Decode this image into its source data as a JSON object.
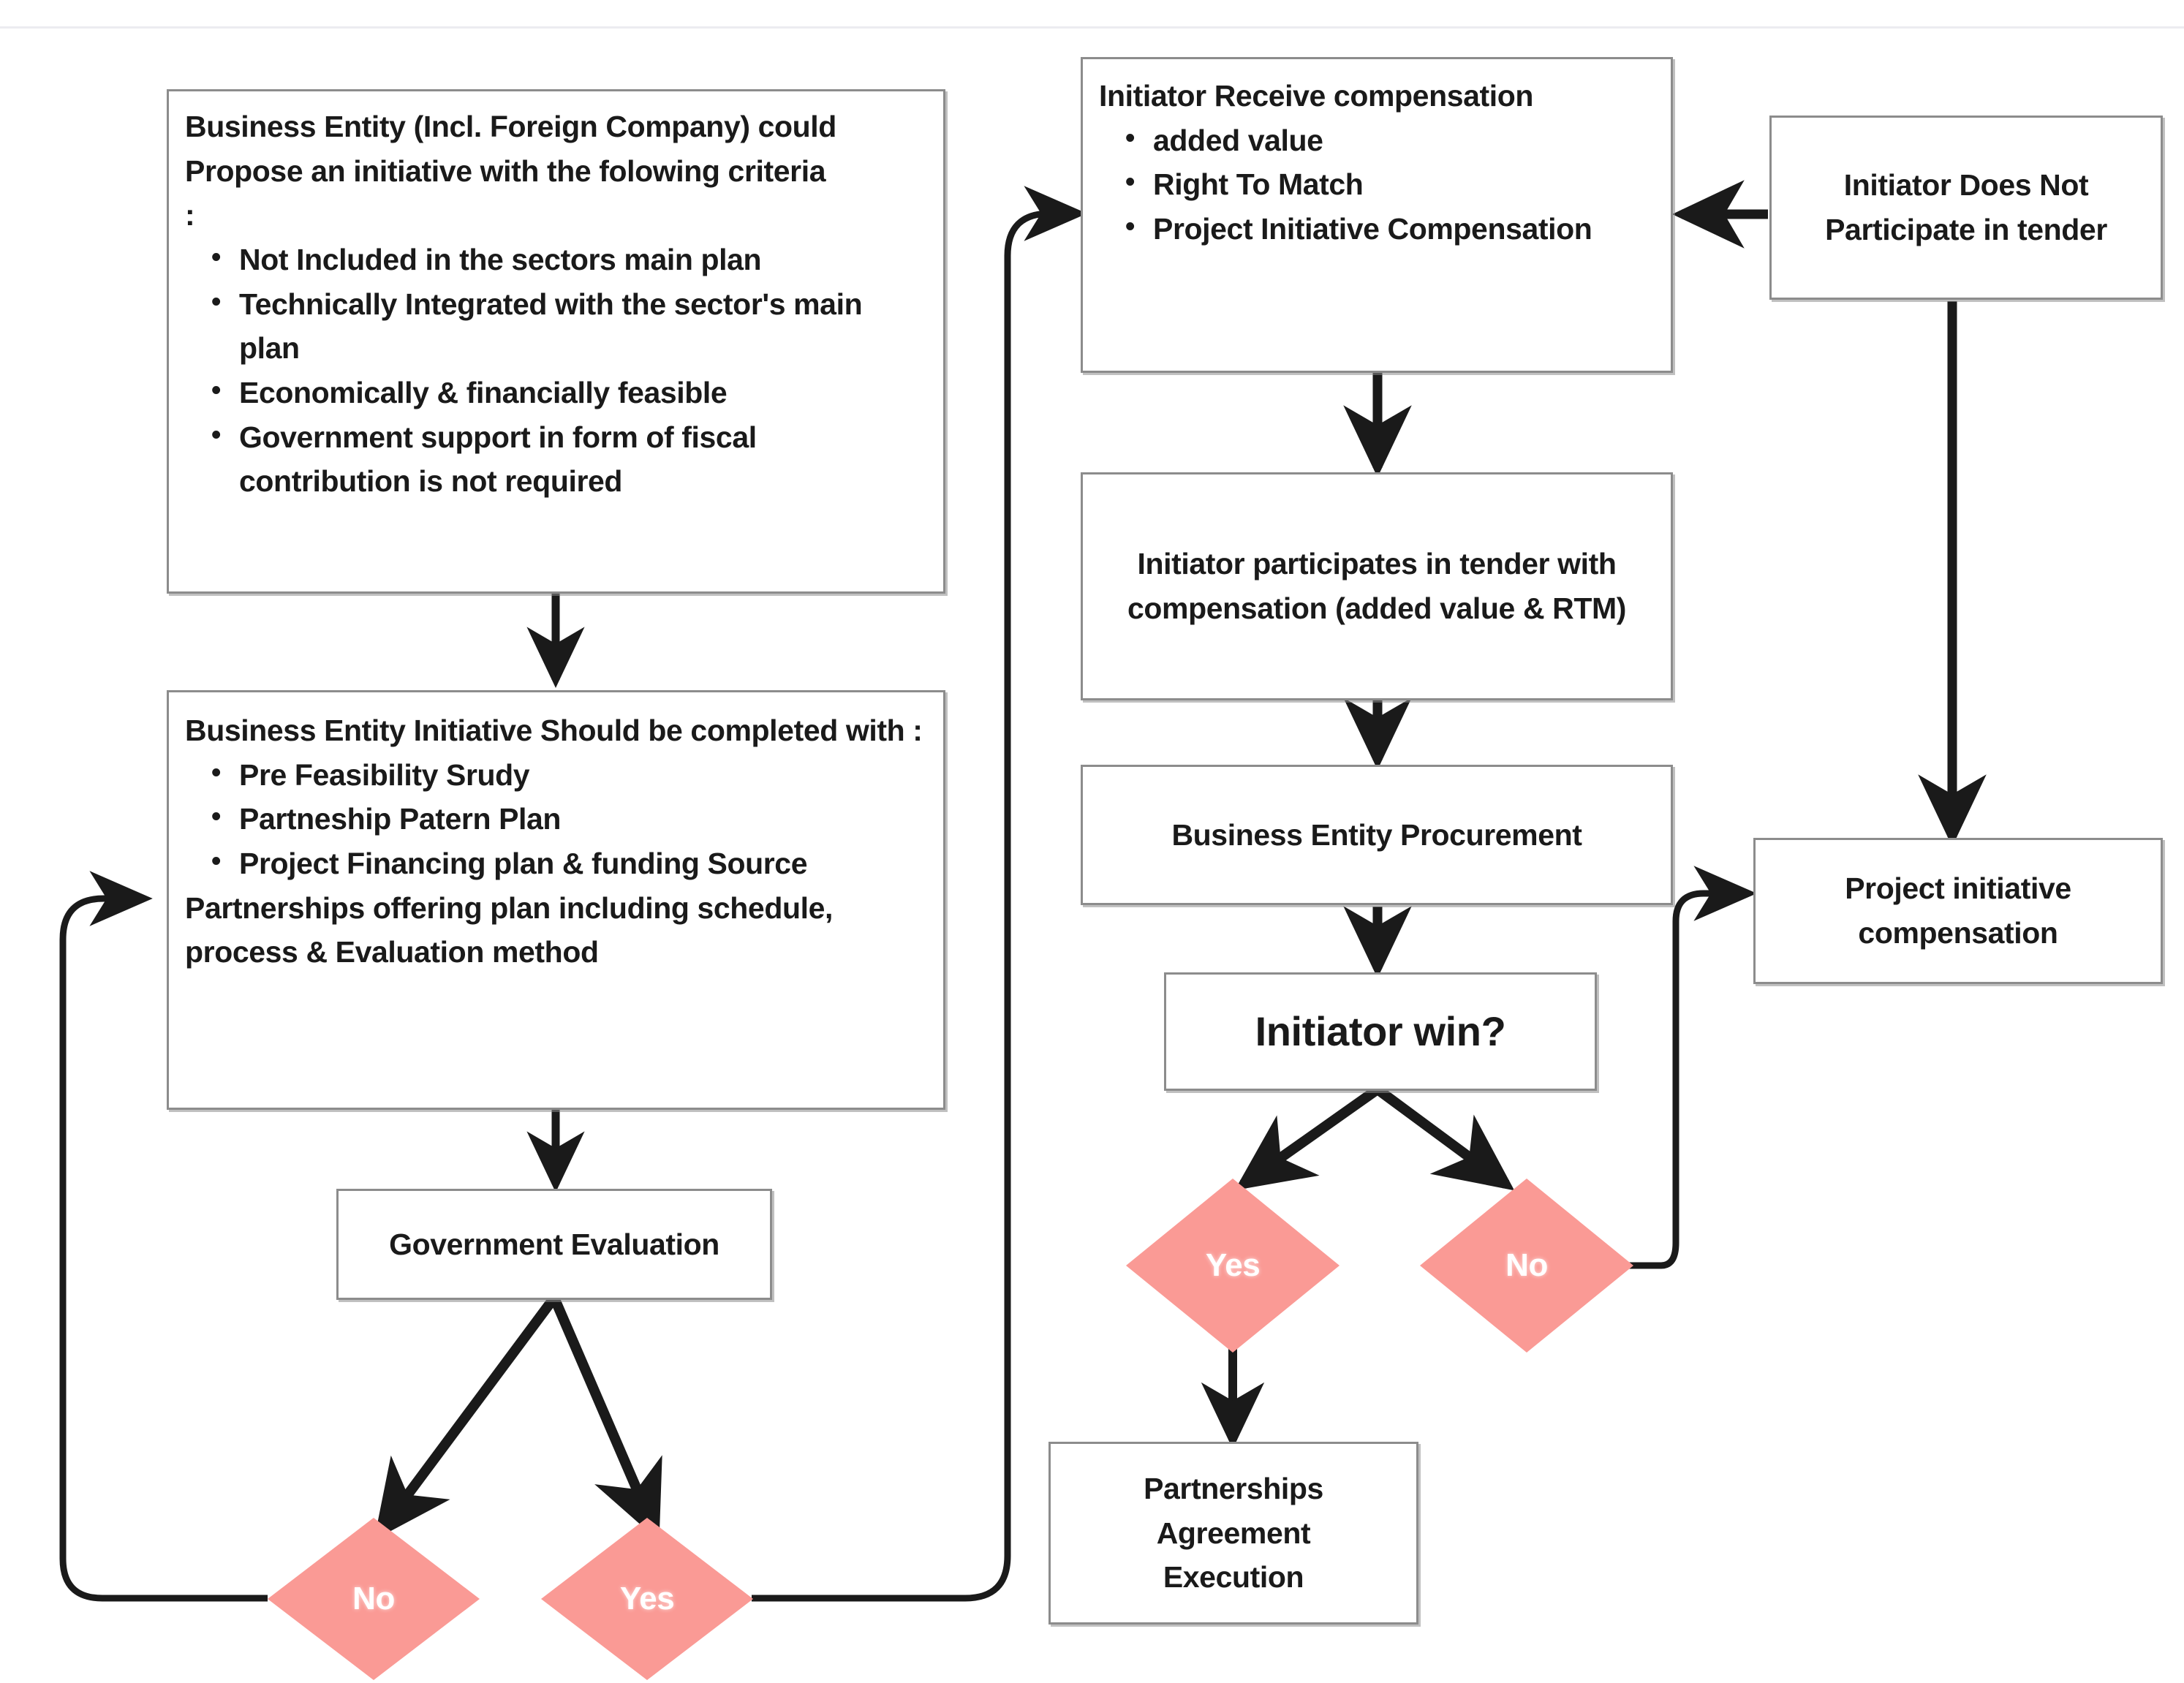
{
  "diagram": {
    "title": "Business Entity Initiative (Unsolicited Proposal) Process Flowchart",
    "type": "flowchart",
    "colors": {
      "decision_fill": "#fa9a95",
      "decision_label": "#ffffff",
      "node_border": "#8c8c8c",
      "node_fill": "#ffffff",
      "connector": "#1a1a1a",
      "top_rule": "#ececf0"
    },
    "nodes": [
      {
        "id": "proposal-criteria",
        "shape": "process",
        "heading": "Business Entity (Incl. Foreign Company) could Propose an initiative with the folowing criteria\n:",
        "bullets": [
          "Not Included in the sectors main plan",
          "Technically Integrated with the sector's main plan",
          "Economically & financially feasible",
          "Government support in form of fiscal contribution is not required"
        ]
      },
      {
        "id": "initiative-completion",
        "shape": "process",
        "heading": "Business Entity Initiative Should be completed with :",
        "bullets": [
          "Pre Feasibility Srudy",
          "Partneship Patern Plan",
          "Project Financing plan & funding Source"
        ],
        "trailing": "Partnerships offering plan including schedule, process & Evaluation method"
      },
      {
        "id": "government-evaluation",
        "shape": "process",
        "label": "Government Evaluation"
      },
      {
        "id": "gov-eval-no",
        "shape": "decision",
        "label": "No"
      },
      {
        "id": "gov-eval-yes",
        "shape": "decision",
        "label": "Yes"
      },
      {
        "id": "initiator-receive-compensation",
        "shape": "process",
        "heading": "Initiator Receive compensation",
        "bullets": [
          "added value",
          "Right To Match",
          "Project Initiative Compensation"
        ]
      },
      {
        "id": "initiator-participates",
        "shape": "process",
        "label": "Initiator participates in tender with compensation (added value & RTM)"
      },
      {
        "id": "business-entity-procurement",
        "shape": "process",
        "label": "Business Entity Procurement"
      },
      {
        "id": "initiator-win",
        "shape": "decision-box",
        "label": "Initiator win?"
      },
      {
        "id": "win-yes",
        "shape": "decision",
        "label": "Yes"
      },
      {
        "id": "win-no",
        "shape": "decision",
        "label": "No"
      },
      {
        "id": "partnerships-agreement-execution",
        "shape": "process",
        "label": "Partnerships\nAgreement\nExecution"
      },
      {
        "id": "initiator-does-not-participate",
        "shape": "process",
        "label": "Initiator Does Not Participate in tender"
      },
      {
        "id": "project-initiative-compensation",
        "shape": "process",
        "label": "Project initiative compensation"
      }
    ],
    "edges": [
      {
        "from": "proposal-criteria",
        "to": "initiative-completion",
        "label": ""
      },
      {
        "from": "initiative-completion",
        "to": "government-evaluation",
        "label": ""
      },
      {
        "from": "government-evaluation",
        "to": "gov-eval-no",
        "label": ""
      },
      {
        "from": "government-evaluation",
        "to": "gov-eval-yes",
        "label": ""
      },
      {
        "from": "gov-eval-no",
        "to": "initiative-completion",
        "label": ""
      },
      {
        "from": "gov-eval-yes",
        "to": "initiator-receive-compensation",
        "label": ""
      },
      {
        "from": "initiator-does-not-participate",
        "to": "initiator-receive-compensation",
        "label": ""
      },
      {
        "from": "initiator-receive-compensation",
        "to": "initiator-participates",
        "label": ""
      },
      {
        "from": "initiator-participates",
        "to": "business-entity-procurement",
        "label": ""
      },
      {
        "from": "business-entity-procurement",
        "to": "initiator-win",
        "label": ""
      },
      {
        "from": "initiator-win",
        "to": "win-yes",
        "label": ""
      },
      {
        "from": "initiator-win",
        "to": "win-no",
        "label": ""
      },
      {
        "from": "win-yes",
        "to": "partnerships-agreement-execution",
        "label": ""
      },
      {
        "from": "win-no",
        "to": "project-initiative-compensation",
        "label": ""
      },
      {
        "from": "initiator-does-not-participate",
        "to": "project-initiative-compensation",
        "label": ""
      }
    ]
  }
}
